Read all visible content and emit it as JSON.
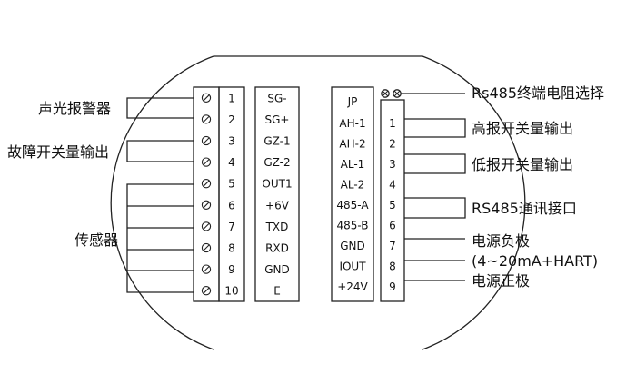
{
  "left_labels": {
    "alarm": "声光报警器",
    "fault": "故障开关量输出",
    "sensor": "传感器"
  },
  "left_terminals": {
    "numbers": [
      "1",
      "2",
      "3",
      "4",
      "5",
      "6",
      "7",
      "8",
      "9",
      "10"
    ],
    "signals": [
      "SG-",
      "SG+",
      "GZ-1",
      "GZ-2",
      "OUT1",
      "+6V",
      "TXD",
      "RXD",
      "GND",
      "E"
    ]
  },
  "right_terminals": {
    "header": "JP",
    "signals": [
      "AH-1",
      "AH-2",
      "AL-1",
      "AL-2",
      "485-A",
      "485-B",
      "GND",
      "IOUT",
      "+24V"
    ],
    "numbers": [
      "1",
      "2",
      "3",
      "4",
      "5",
      "6",
      "7",
      "8",
      "9"
    ]
  },
  "right_labels": {
    "rs485_term": "Rs485终端电阻选择",
    "high": "高报开关量输出",
    "low": "低报开关量输出",
    "rs485": "RS485通讯接口",
    "neg": "电源负极",
    "hart": "(4~20mA+HART)",
    "pos": "电源正极"
  }
}
